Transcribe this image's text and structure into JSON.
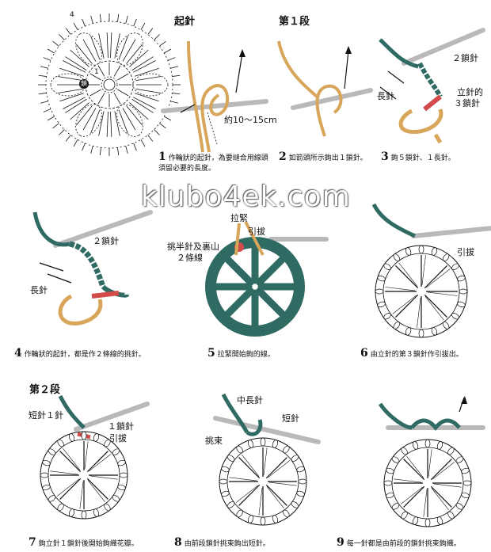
{
  "watermark": "klubo4ek.com",
  "colors": {
    "teal": "#2f6b62",
    "yarn_tan": "#d8a65a",
    "red": "#d24a4a",
    "hook": "#b9b9b9",
    "ink": "#111111"
  },
  "chart_diagram": {
    "label_4": "4",
    "label_1": "1",
    "label_start": "鎖"
  },
  "headers": {
    "start": "起針",
    "round1": "第１段",
    "round2": "第２段"
  },
  "step1": {
    "length_label": "約10～15cm",
    "num": "1",
    "caption": "作輪狀的起針，為要縫合用線頭須留必要的長度。"
  },
  "step2": {
    "num": "2",
    "caption": "如箭頭所示鉤出１鎖針。"
  },
  "step3": {
    "label_chain2": "２鎖針",
    "label_dc": "長針",
    "label_stand": "立針的",
    "label_chain3": "３鎖針",
    "num": "3",
    "caption": "鉤５鎖針、１長針。"
  },
  "step4": {
    "label_chain2": "２鎖針",
    "label_dc": "長針",
    "num": "4",
    "caption": "作輪狀的起針，都是作２條線的挑針。"
  },
  "step5": {
    "label_pull": "拉緊",
    "label_slip": "引拔",
    "label_pick": "挑半針及裏山",
    "label_two": "２條線",
    "num": "5",
    "caption": "拉緊開始鉤的線。"
  },
  "step6": {
    "label_slip": "引拔",
    "num": "6",
    "caption": "由立針的第３鎖針作引拔出。"
  },
  "step7": {
    "label_sc1": "短針１針",
    "label_chain1": "１鎖針",
    "label_slip": "引拔",
    "num": "7",
    "caption": "鉤立針１鎖針後開始鉤織花瓣。"
  },
  "step8": {
    "label_hdc": "中長針",
    "label_sc": "短針",
    "label_bundle": "挑束",
    "num": "8",
    "caption": "由前段鎖針挑束鉤出短針。"
  },
  "step9": {
    "num": "9",
    "caption": "每一針都是由前段的鎖針挑束鉤織。"
  }
}
